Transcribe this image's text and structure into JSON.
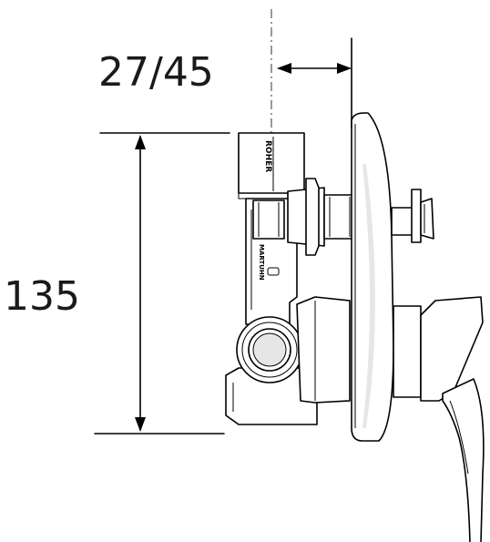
{
  "dimensions": {
    "depth_label": "27/45",
    "height_label": "135"
  },
  "brand_marks": {
    "top_mark": "ROHER",
    "side_mark": "MARTUHN"
  }
}
